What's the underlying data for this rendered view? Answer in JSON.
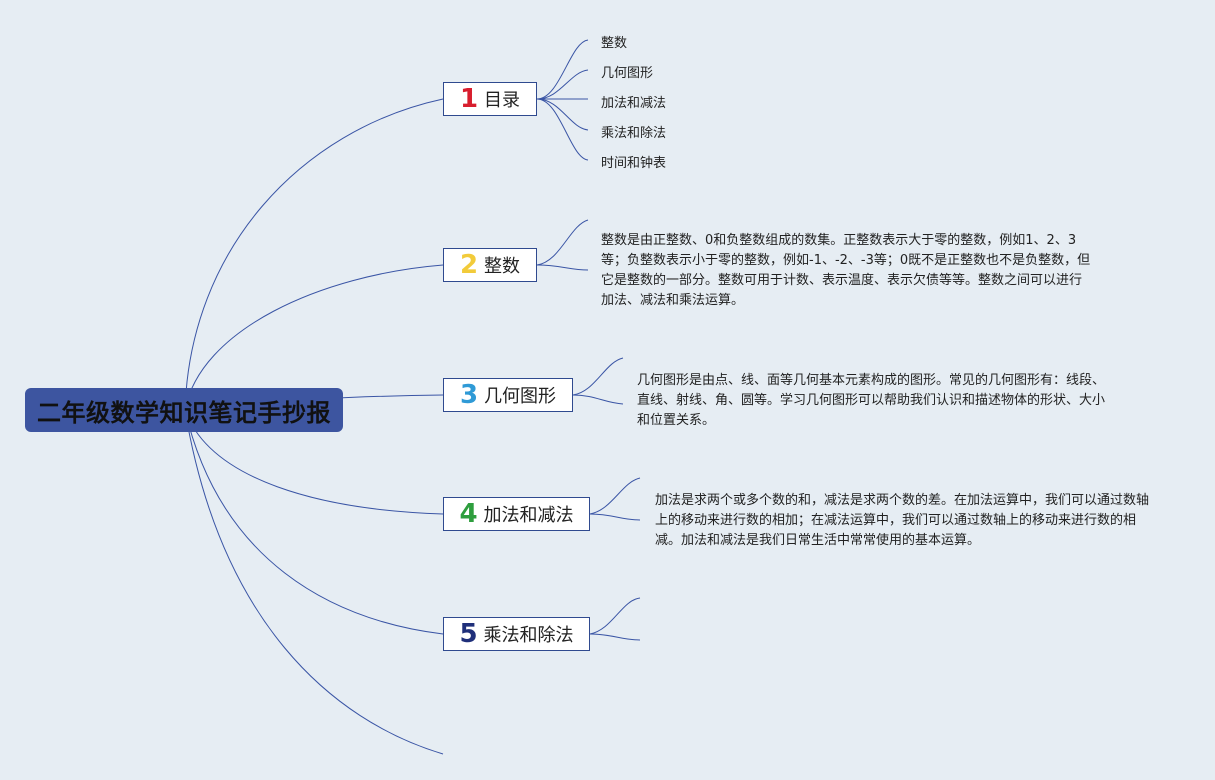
{
  "title": "二年级数学知识笔记手抄报",
  "branches": [
    {
      "number": "1",
      "label": "目录",
      "number_color": "#d81e2e",
      "children": [
        "整数",
        "几何图形",
        "加法和减法",
        "乘法和除法",
        "时间和钟表"
      ]
    },
    {
      "number": "2",
      "label": "整数",
      "number_color": "#f2cb3a",
      "text": "整数是由正整数、0和负整数组成的数集。正整数表示大于零的整数，例如1、2、3等；负整数表示小于零的整数，例如-1、-2、-3等；0既不是正整数也不是负整数，但它是整数的一部分。整数可用于计数、表示温度、表示欠债等等。整数之间可以进行加法、减法和乘法运算。"
    },
    {
      "number": "3",
      "label": "几何图形",
      "number_color": "#2f9ad6",
      "text": "几何图形是由点、线、面等几何基本元素构成的图形。常见的几何图形有：线段、直线、射线、角、圆等。学习几何图形可以帮助我们认识和描述物体的形状、大小和位置关系。"
    },
    {
      "number": "4",
      "label": "加法和减法",
      "number_color": "#2e9e3e",
      "text": "加法是求两个或多个数的和，减法是求两个数的差。在加法运算中，我们可以通过数轴上的移动来进行数的相加；在减法运算中，我们可以通过数轴上的移动来进行数的相减。加法和减法是我们日常生活中常常使用的基本运算。"
    },
    {
      "number": "5",
      "label": "乘法和除法",
      "number_color": "#1f2f7a"
    }
  ],
  "colors": {
    "line": "#3a55a5",
    "node_border": "#2f4a8f",
    "root_bg": "#3d55a0"
  }
}
